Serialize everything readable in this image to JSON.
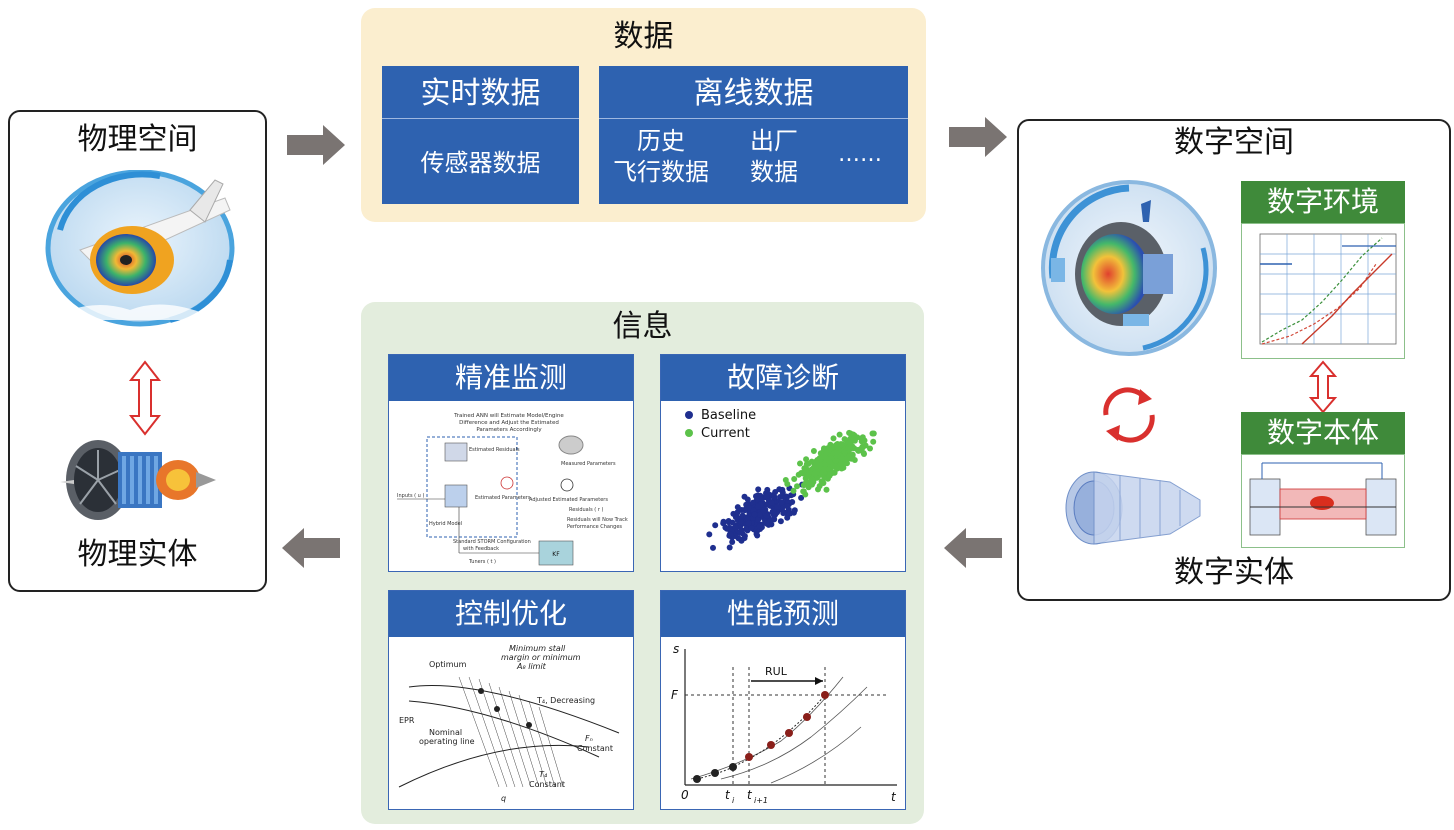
{
  "physical_space": {
    "title": "物理空间",
    "entity_label": "物理实体"
  },
  "data_panel": {
    "title": "数据",
    "realtime": {
      "title": "实时数据",
      "item": "传感器数据"
    },
    "offline": {
      "title": "离线数据",
      "item1_line1": "历史",
      "item1_line2": "飞行数据",
      "item2_line1": "出厂",
      "item2_line2": "数据",
      "ellipsis": "……"
    }
  },
  "digital_space": {
    "title": "数字空间",
    "env_label": "数字环境",
    "ontology_label": "数字本体",
    "entity_label": "数字实体"
  },
  "info_panel": {
    "title": "信息",
    "cards": {
      "monitor": "精准监测",
      "diagnosis": "故障诊断",
      "control": "控制优化",
      "prediction": "性能预测"
    },
    "diagnosis_legend": {
      "baseline": "Baseline",
      "current": "Current"
    },
    "prediction_labels": {
      "rul": "RUL",
      "s": "s",
      "f": "F",
      "t": "t",
      "zero": "0",
      "ti": "t",
      "ti_sub": "i",
      "ti1": "t",
      "ti1_sub": "i+1"
    },
    "control_labels": {
      "min_stall": "Minimum stall",
      "margin": "margin or minimum",
      "limit": "A₈ limit",
      "optimum": "Optimum",
      "t4_dec": "T₄, Decreasing",
      "epr": "EPR",
      "nominal": "Nominal",
      "operating": "operating line",
      "fn": "Fₙ",
      "fn_const": "Constant",
      "t4": "T₄",
      "t4_const": "Constant",
      "q": "q"
    },
    "monitor_labels": {
      "top1": "Trained ANN will Estimate Model/Engine",
      "top2": "Difference and Adjust the Estimated",
      "top3": "Parameters Accordingly",
      "est_res": "Estimated Residuals",
      "inputs": "Inputs ( u )",
      "hybrid": "Hybrid Model",
      "est_params": "Estimated Parameters",
      "adj_params": "Adjusted Estimated Parameters",
      "measured": "Measured Parameters",
      "residuals": "Residuals ( r )",
      "track1": "Residuals will Now Track",
      "track2": "Performance Changes",
      "storm1": "Standard STORM Configuration",
      "storm2": "with Feedback",
      "tuners": "Tuners ( t )",
      "kf": "KF"
    }
  },
  "colors": {
    "blue_box": "#2e62b0",
    "green_head": "#3f8a3a",
    "data_bg": "#fbeecf",
    "info_bg": "#e3eddd",
    "arrow_gray": "#7a7472",
    "double_arrow_red": "#d9302e",
    "baseline_dot": "#1f2f8f",
    "current_dot": "#5cc24a"
  }
}
